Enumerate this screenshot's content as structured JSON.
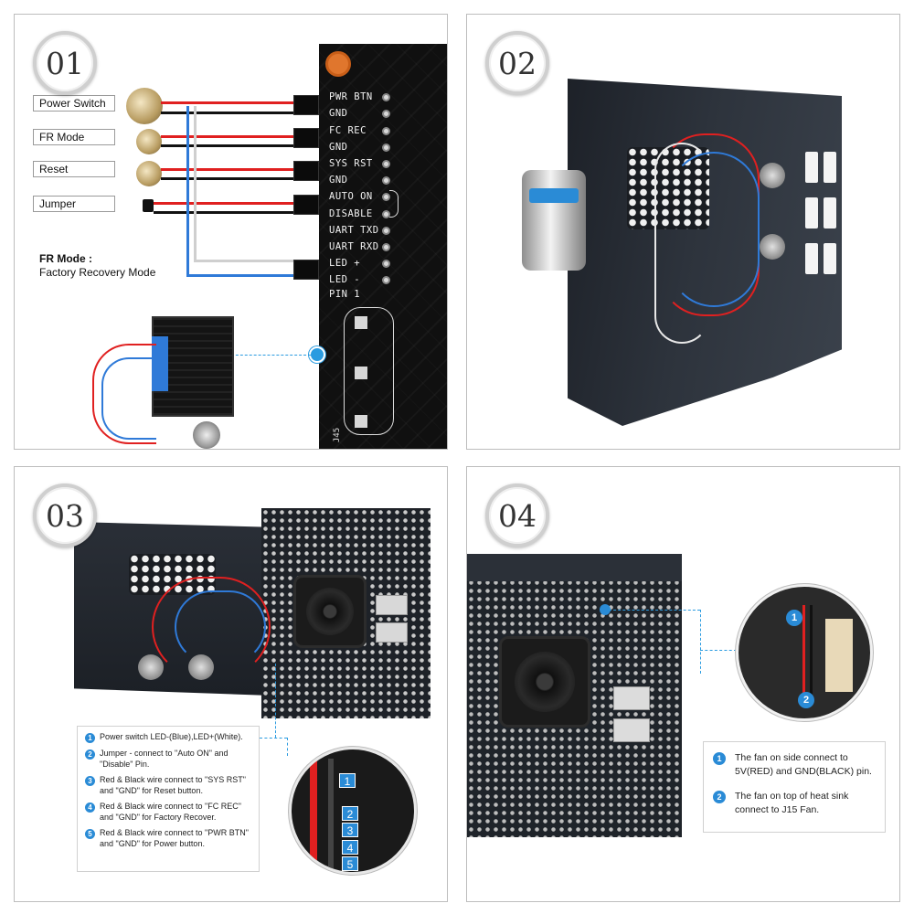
{
  "steps": [
    "01",
    "02",
    "03",
    "04"
  ],
  "panel1": {
    "labels": [
      "Power Switch",
      "FR Mode",
      "Reset",
      "Jumper"
    ],
    "fr_note_title": "FR Mode :",
    "fr_note_text": "Factory Recovery Mode",
    "pins": [
      "PWR BTN",
      "GND",
      "FC REC",
      "GND",
      "SYS RST",
      "GND",
      "AUTO ON",
      "DISABLE",
      "UART TXD",
      "UART RXD",
      "LED +",
      "LED -",
      "PIN 1"
    ],
    "board_mark": "J45"
  },
  "panel3": {
    "legend": [
      {
        "num": "1",
        "text": "Power switch LED-(Blue),LED+(White)."
      },
      {
        "num": "2",
        "text": "Jumper - connect to \"Auto ON\" and \"Disable\" Pin."
      },
      {
        "num": "3",
        "text": "Red & Black wire connect to \"SYS RST\" and \"GND\" for Reset button."
      },
      {
        "num": "4",
        "text": "Red & Black wire connect to \"FC REC\" and \"GND\" for Factory Recover."
      },
      {
        "num": "5",
        "text": "Red & Black wire connect to \"PWR BTN\" and \"GND\" for Power button."
      }
    ],
    "zoom_tags": [
      "1",
      "2",
      "3",
      "4",
      "5"
    ]
  },
  "panel4": {
    "info": [
      {
        "num": "1",
        "text": "The fan on side connect to 5V(RED) and GND(BLACK) pin."
      },
      {
        "num": "2",
        "text": "The fan on top of heat sink connect to J15 Fan."
      }
    ],
    "zoom_tags": [
      "1",
      "2"
    ]
  },
  "colors": {
    "accent": "#2a8bd6",
    "wire_red": "#e02020",
    "wire_blue": "#2f7ad8"
  }
}
